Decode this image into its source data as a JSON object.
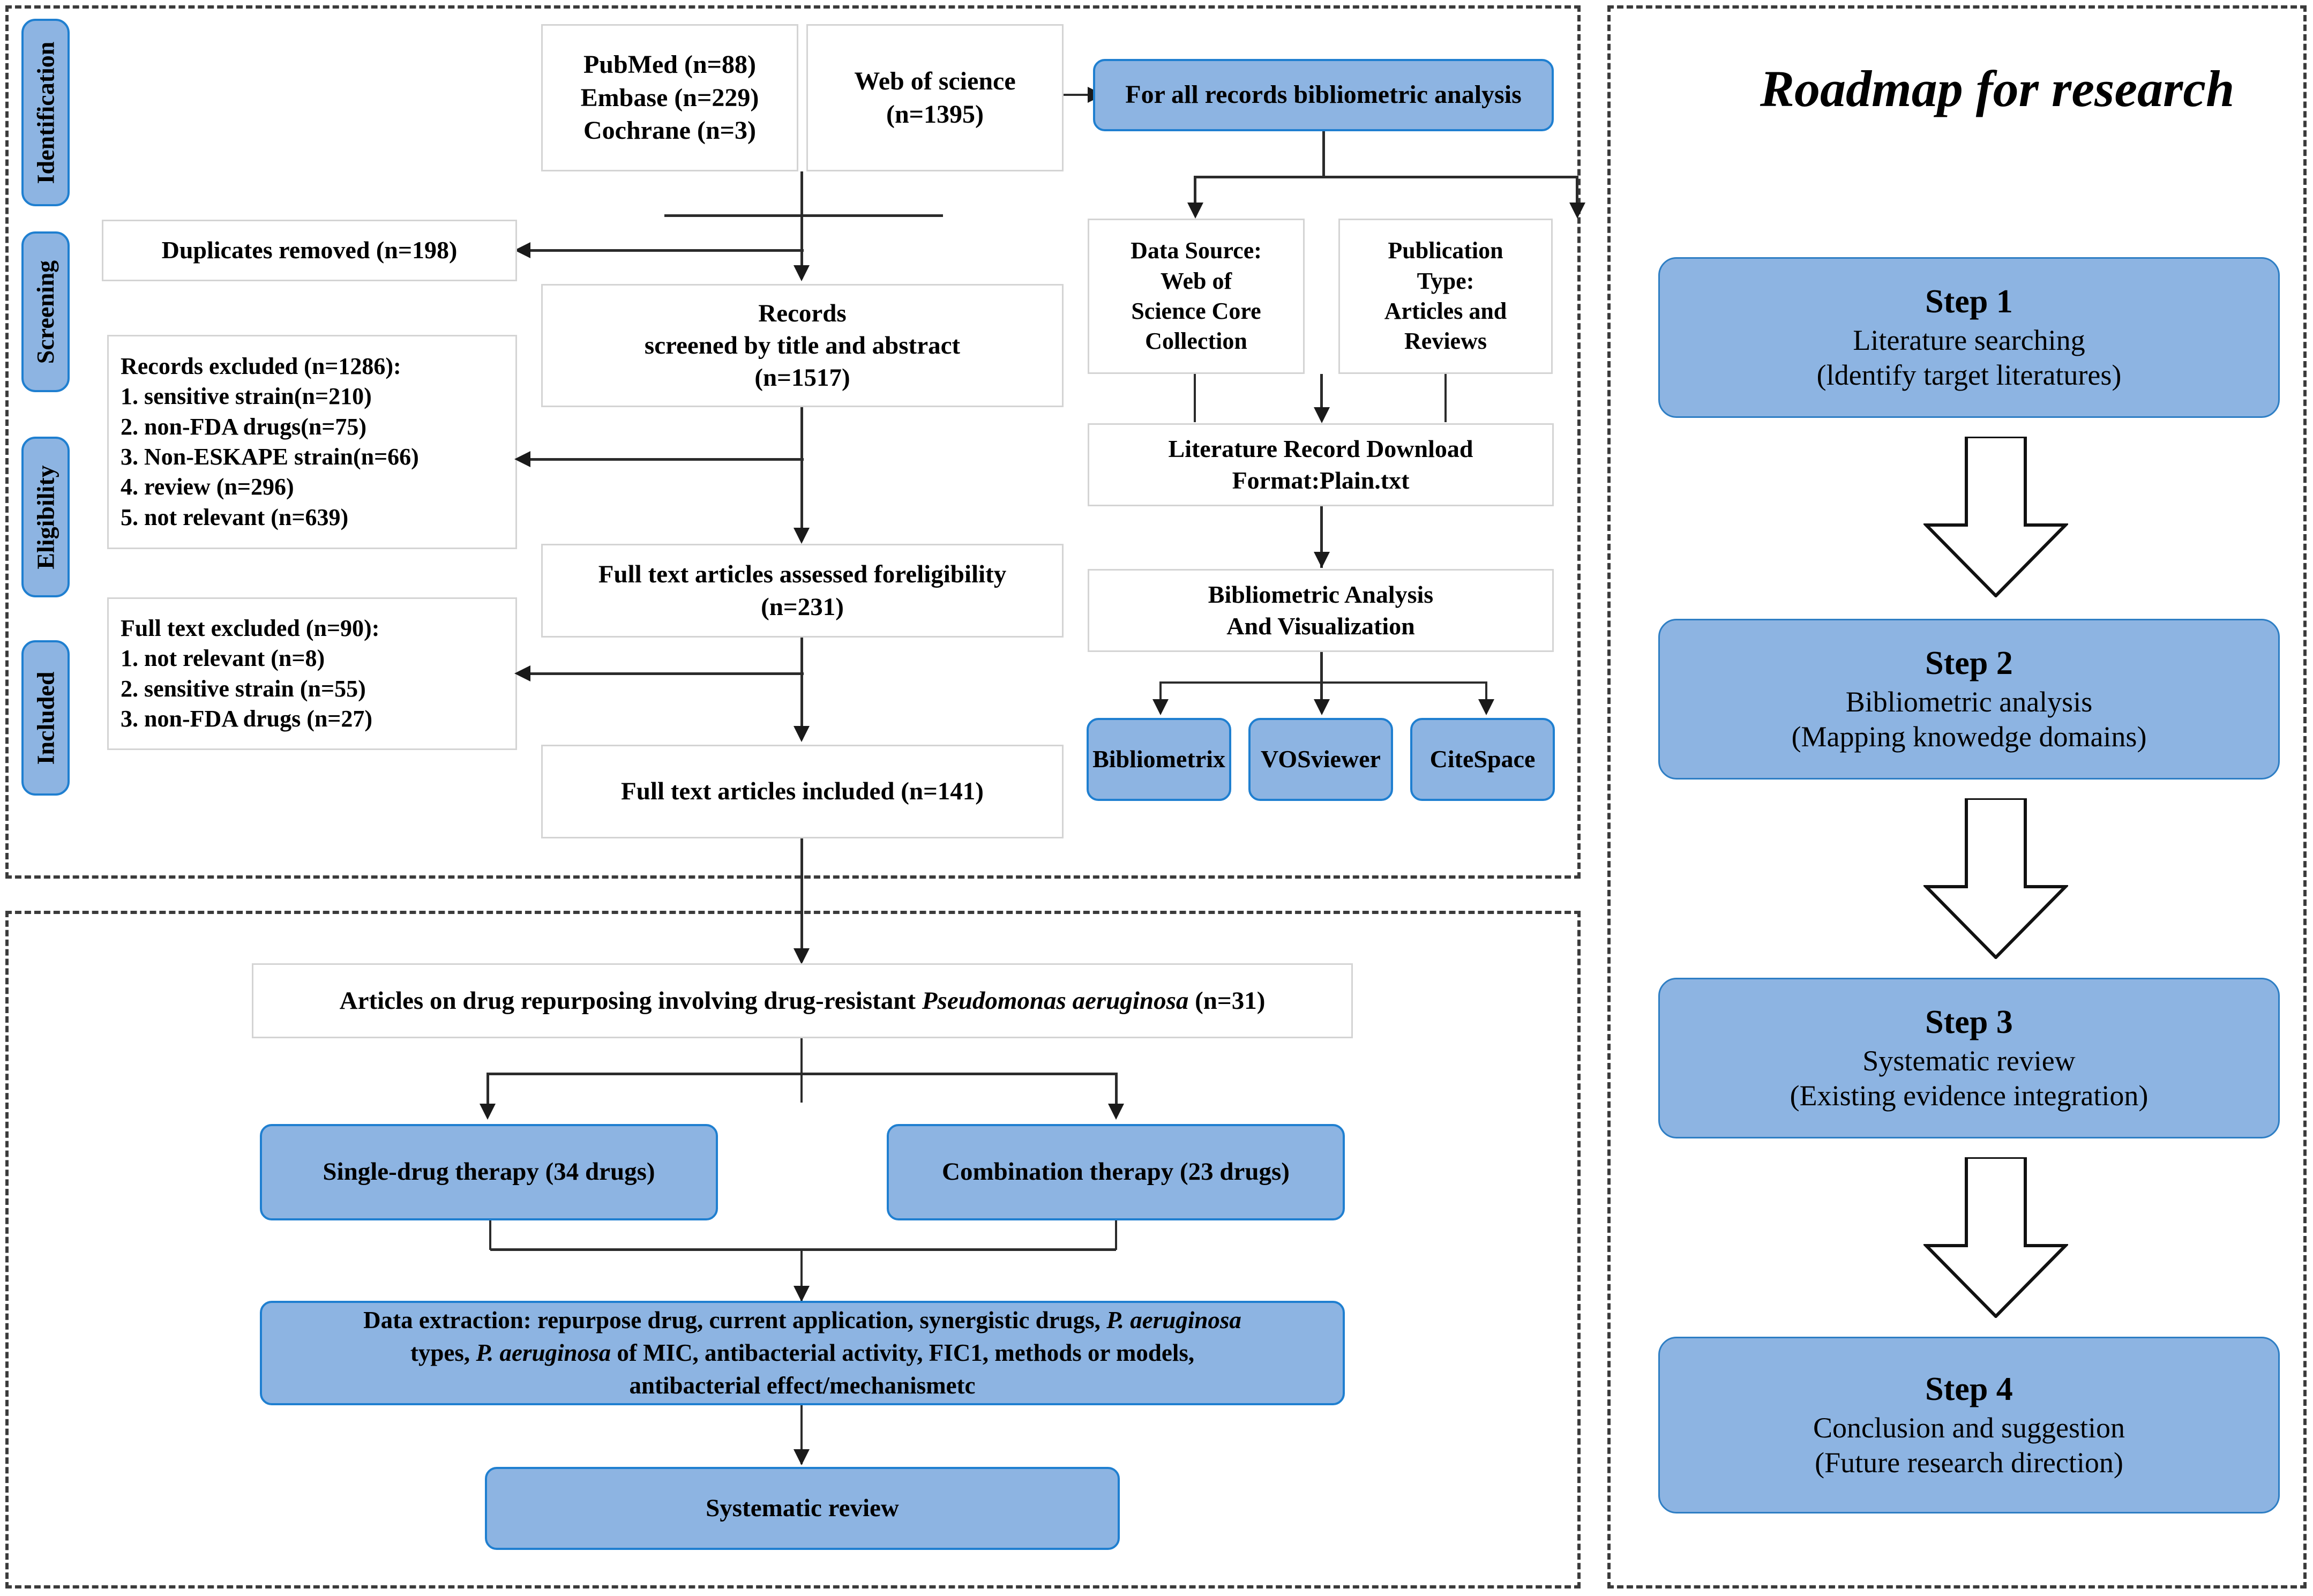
{
  "stages": [
    {
      "label": "Identification"
    },
    {
      "label": "Screening"
    },
    {
      "label": "Eligibility"
    },
    {
      "label": "Included"
    }
  ],
  "identification": {
    "databases_box": {
      "line1": "PubMed (n=88)",
      "line2": "Embase (n=229)",
      "line3": "Cochrane (n=3)"
    },
    "wos_box": {
      "line1": "Web of science",
      "line2": "(n=1395)"
    },
    "bibliometric_entry": "For all records bibliometric analysis",
    "duplicates_removed": "Duplicates removed (n=198)"
  },
  "bibliometric_branch": {
    "data_source": {
      "line1": "Data Source:",
      "line2": "Web of",
      "line3": "Science Core",
      "line4": "Collection"
    },
    "publication_type": {
      "line1": "Publication",
      "line2": "Type:",
      "line3": "Articles and",
      "line4": "Reviews"
    },
    "record_download": {
      "line1": "Literature Record Download",
      "line2": "Format:Plain.txt"
    },
    "analysis_viz": {
      "line1": "Bibliometric Analysis",
      "line2": "And Visualization"
    },
    "tools": [
      "Bibliometrix",
      "VOSviewer",
      "CiteSpace"
    ]
  },
  "screening": {
    "records_screened": {
      "line1": "Records",
      "line2": "screened by title and abstract",
      "line3": "(n=1517)"
    },
    "records_excluded": {
      "title": "Records excluded (n=1286):",
      "items": [
        "1. sensitive strain(n=210)",
        "2. non-FDA drugs(n=75)",
        "3. Non-ESKAPE strain(n=66)",
        "4. review (n=296)",
        "5. not relevant (n=639)"
      ]
    }
  },
  "eligibility": {
    "full_text_assessed": {
      "line1": "Full text articles assessed foreligibility",
      "line2": "(n=231)"
    },
    "full_text_excluded": {
      "title": "Full text excluded (n=90):",
      "items": [
        "1. not relevant (n=8)",
        "2. sensitive strain (n=55)",
        "3. non-FDA drugs (n=27)"
      ]
    }
  },
  "included": {
    "full_text_included": "Full text articles included (n=141)"
  },
  "lower_panel": {
    "articles_repurposing": {
      "pre": "Articles on drug repurposing involving drug-resistant ",
      "italic": "Pseudomonas aeruginosa",
      "post": " (n=31)"
    },
    "single_drug_therapy": "Single-drug therapy (34 drugs)",
    "combination_therapy": "Combination therapy (23 drugs)",
    "data_extraction": {
      "l1_pre": "Data extraction: repurpose drug, current application, synergistic drugs, ",
      "l1_italic": "P. aeruginosa",
      "l2_pre": "types, ",
      "l2_italic": "P. aeruginosa",
      "l2_post": " of MIC, antibacterial activity, FIC1, methods or models,",
      "l3": "antibacterial effect/mechanismetc"
    },
    "systematic_review": "Systematic review"
  },
  "roadmap": {
    "title": "Roadmap for research",
    "steps": [
      {
        "title": "Step 1",
        "line1": "Literature searching",
        "line2": "(ldentify target literatures)"
      },
      {
        "title": "Step 2",
        "line1": "Bibliometric analysis",
        "line2": "(Mapping knowedge domains)"
      },
      {
        "title": "Step 3",
        "line1": "Systematic review",
        "line2": "(Existing evidence integration)"
      },
      {
        "title": "Step 4",
        "line1": "Conclusion and suggestion",
        "line2": "(Future research direction)"
      }
    ]
  },
  "colors": {
    "accent_blue_fill": "#8db4e2",
    "accent_blue_border": "#1f7fd0",
    "box_border_gray": "#d4d4d4",
    "panel_dash": "#3b3b3b",
    "connector": "#2b2b2b"
  }
}
